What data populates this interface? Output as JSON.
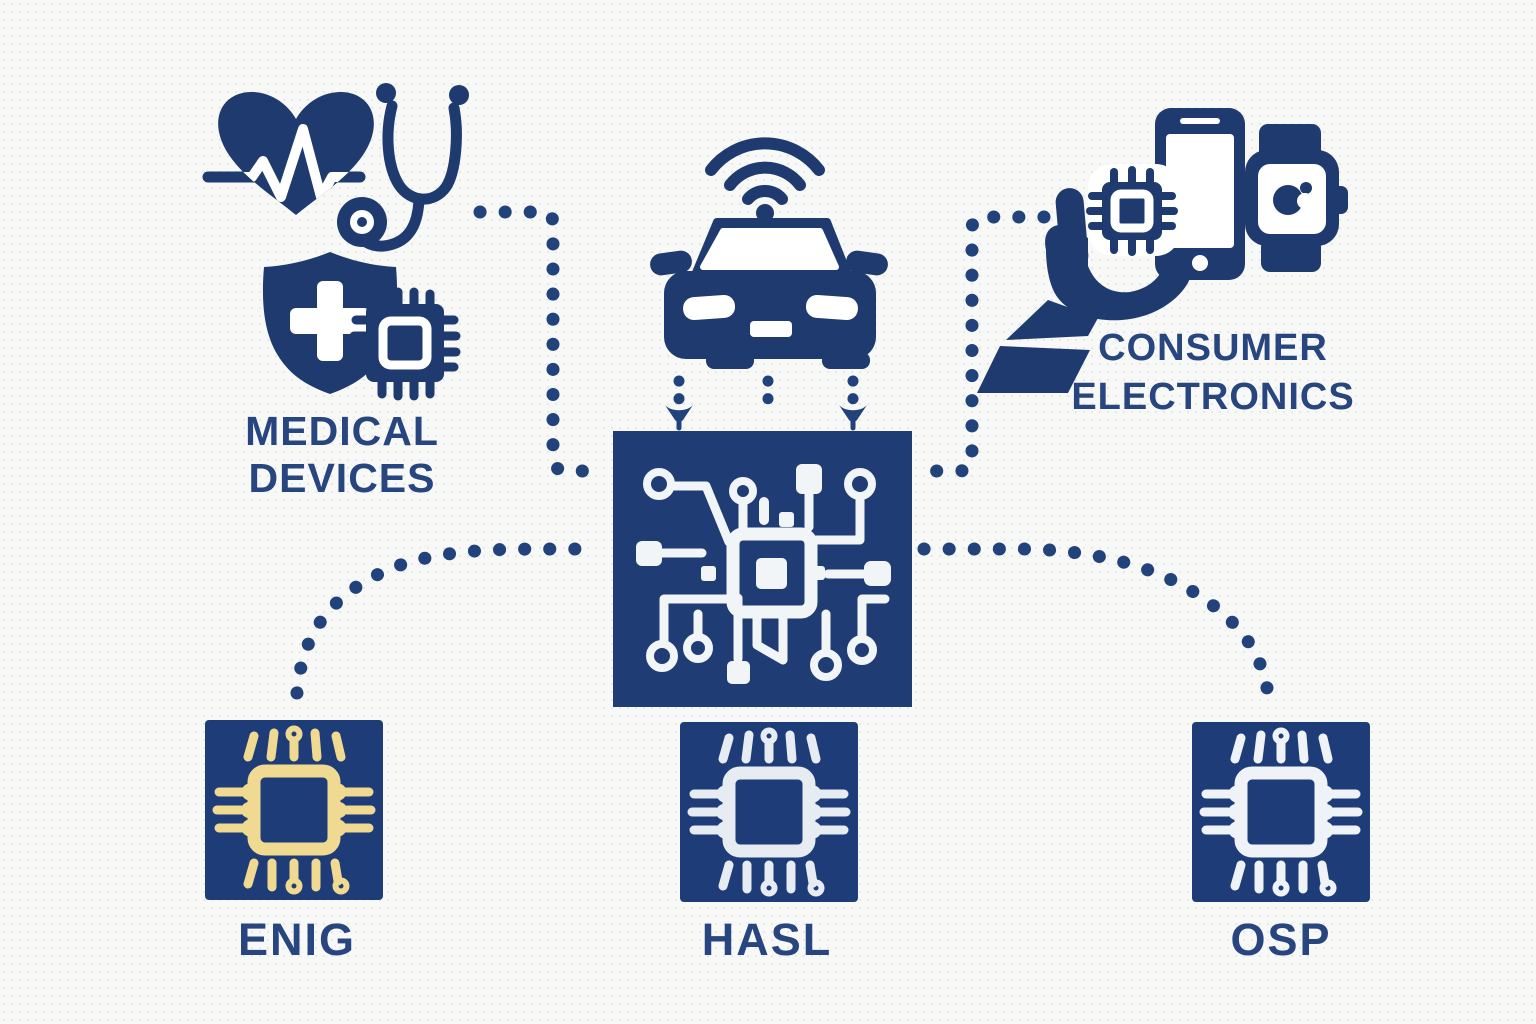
{
  "colors": {
    "icon_navy": "#1e3a6e",
    "board_blue": "#1e3c78",
    "center_board_blue": "#1f3d74",
    "text_navy": "#27457f",
    "dotted_line": "#22427c",
    "enig_gold": "#f0da92",
    "hasl_silver": "#e7ecf3",
    "osp_white": "#eff2f6",
    "background": "#f8f9f7"
  },
  "applications": {
    "medical_devices": {
      "label": [
        "MEDICAL",
        "DEVICES"
      ],
      "icons": [
        "heart-ecg-icon",
        "stethoscope-icon",
        "shield-cross-icon",
        "medical-chip-icon"
      ]
    },
    "automotive": {
      "icons": [
        "wifi-icon",
        "connected-car-icon"
      ]
    },
    "consumer_electronics": {
      "label": [
        "CONSUMER",
        "ELECTRONICS"
      ],
      "icons": [
        "hand-holding-chip-icon",
        "smartphone-icon",
        "smartwatch-icon"
      ]
    }
  },
  "center_node": {
    "icon": "pcb-circuit-icon"
  },
  "surface_finishes": [
    {
      "label": "ENIG",
      "trace_color": "#f0da92"
    },
    {
      "label": "HASL",
      "trace_color": "#e7ecf3"
    },
    {
      "label": "OSP",
      "trace_color": "#eff2f6"
    }
  ],
  "connectors": [
    "medical-to-pcb-dotted-line",
    "consumer-to-pcb-dotted-line",
    "car-to-pcb-dotted-arrows",
    "pcb-to-enig-dotted-curve",
    "pcb-to-osp-dotted-curve"
  ]
}
